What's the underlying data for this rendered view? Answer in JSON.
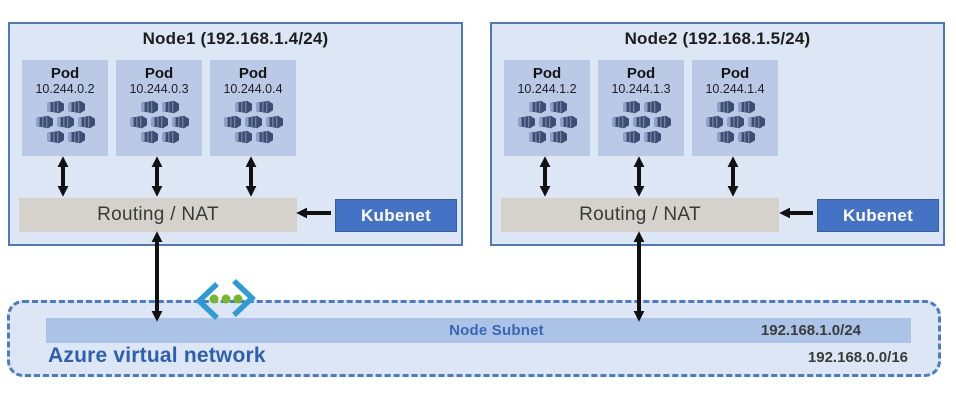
{
  "nodes": [
    {
      "title": "Node1 (192.168.1.4/24)",
      "routing_label": "Routing / NAT",
      "kubenet_label": "Kubenet",
      "pods": [
        {
          "label": "Pod",
          "ip": "10.244.0.2"
        },
        {
          "label": "Pod",
          "ip": "10.244.0.3"
        },
        {
          "label": "Pod",
          "ip": "10.244.0.4"
        }
      ]
    },
    {
      "title": "Node2 (192.168.1.5/24)",
      "routing_label": "Routing / NAT",
      "kubenet_label": "Kubenet",
      "pods": [
        {
          "label": "Pod",
          "ip": "10.244.1.2"
        },
        {
          "label": "Pod",
          "ip": "10.244.1.3"
        },
        {
          "label": "Pod",
          "ip": "10.244.1.4"
        }
      ]
    }
  ],
  "vnet": {
    "label": "Azure virtual network",
    "cidr": "192.168.0.0/16",
    "subnet_label": "Node Subnet",
    "subnet_cidr": "192.168.1.0/24"
  },
  "icons": {
    "pod_icon": "container-cluster-icon",
    "vnet_icon": "virtual-network-icon"
  },
  "colors": {
    "node_fill": "#dce6f4",
    "node_border": "#4e79b6",
    "pod_fill": "#b9c9e6",
    "container_glyph": "#3d4c74",
    "routing_fill": "#d5d2cb",
    "kubenet_fill": "#4472c4",
    "subnet_bar_fill": "#abc3e6",
    "vnet_fill": "#dde6f5",
    "vnet_border": "#4a7cc2",
    "vnet_text": "#2d5fb0",
    "subnet_text": "#3a67b4",
    "arrow": "#111111",
    "vnet_icon_chevron": "#2f9bd6",
    "vnet_icon_dots": "#76b82a"
  }
}
